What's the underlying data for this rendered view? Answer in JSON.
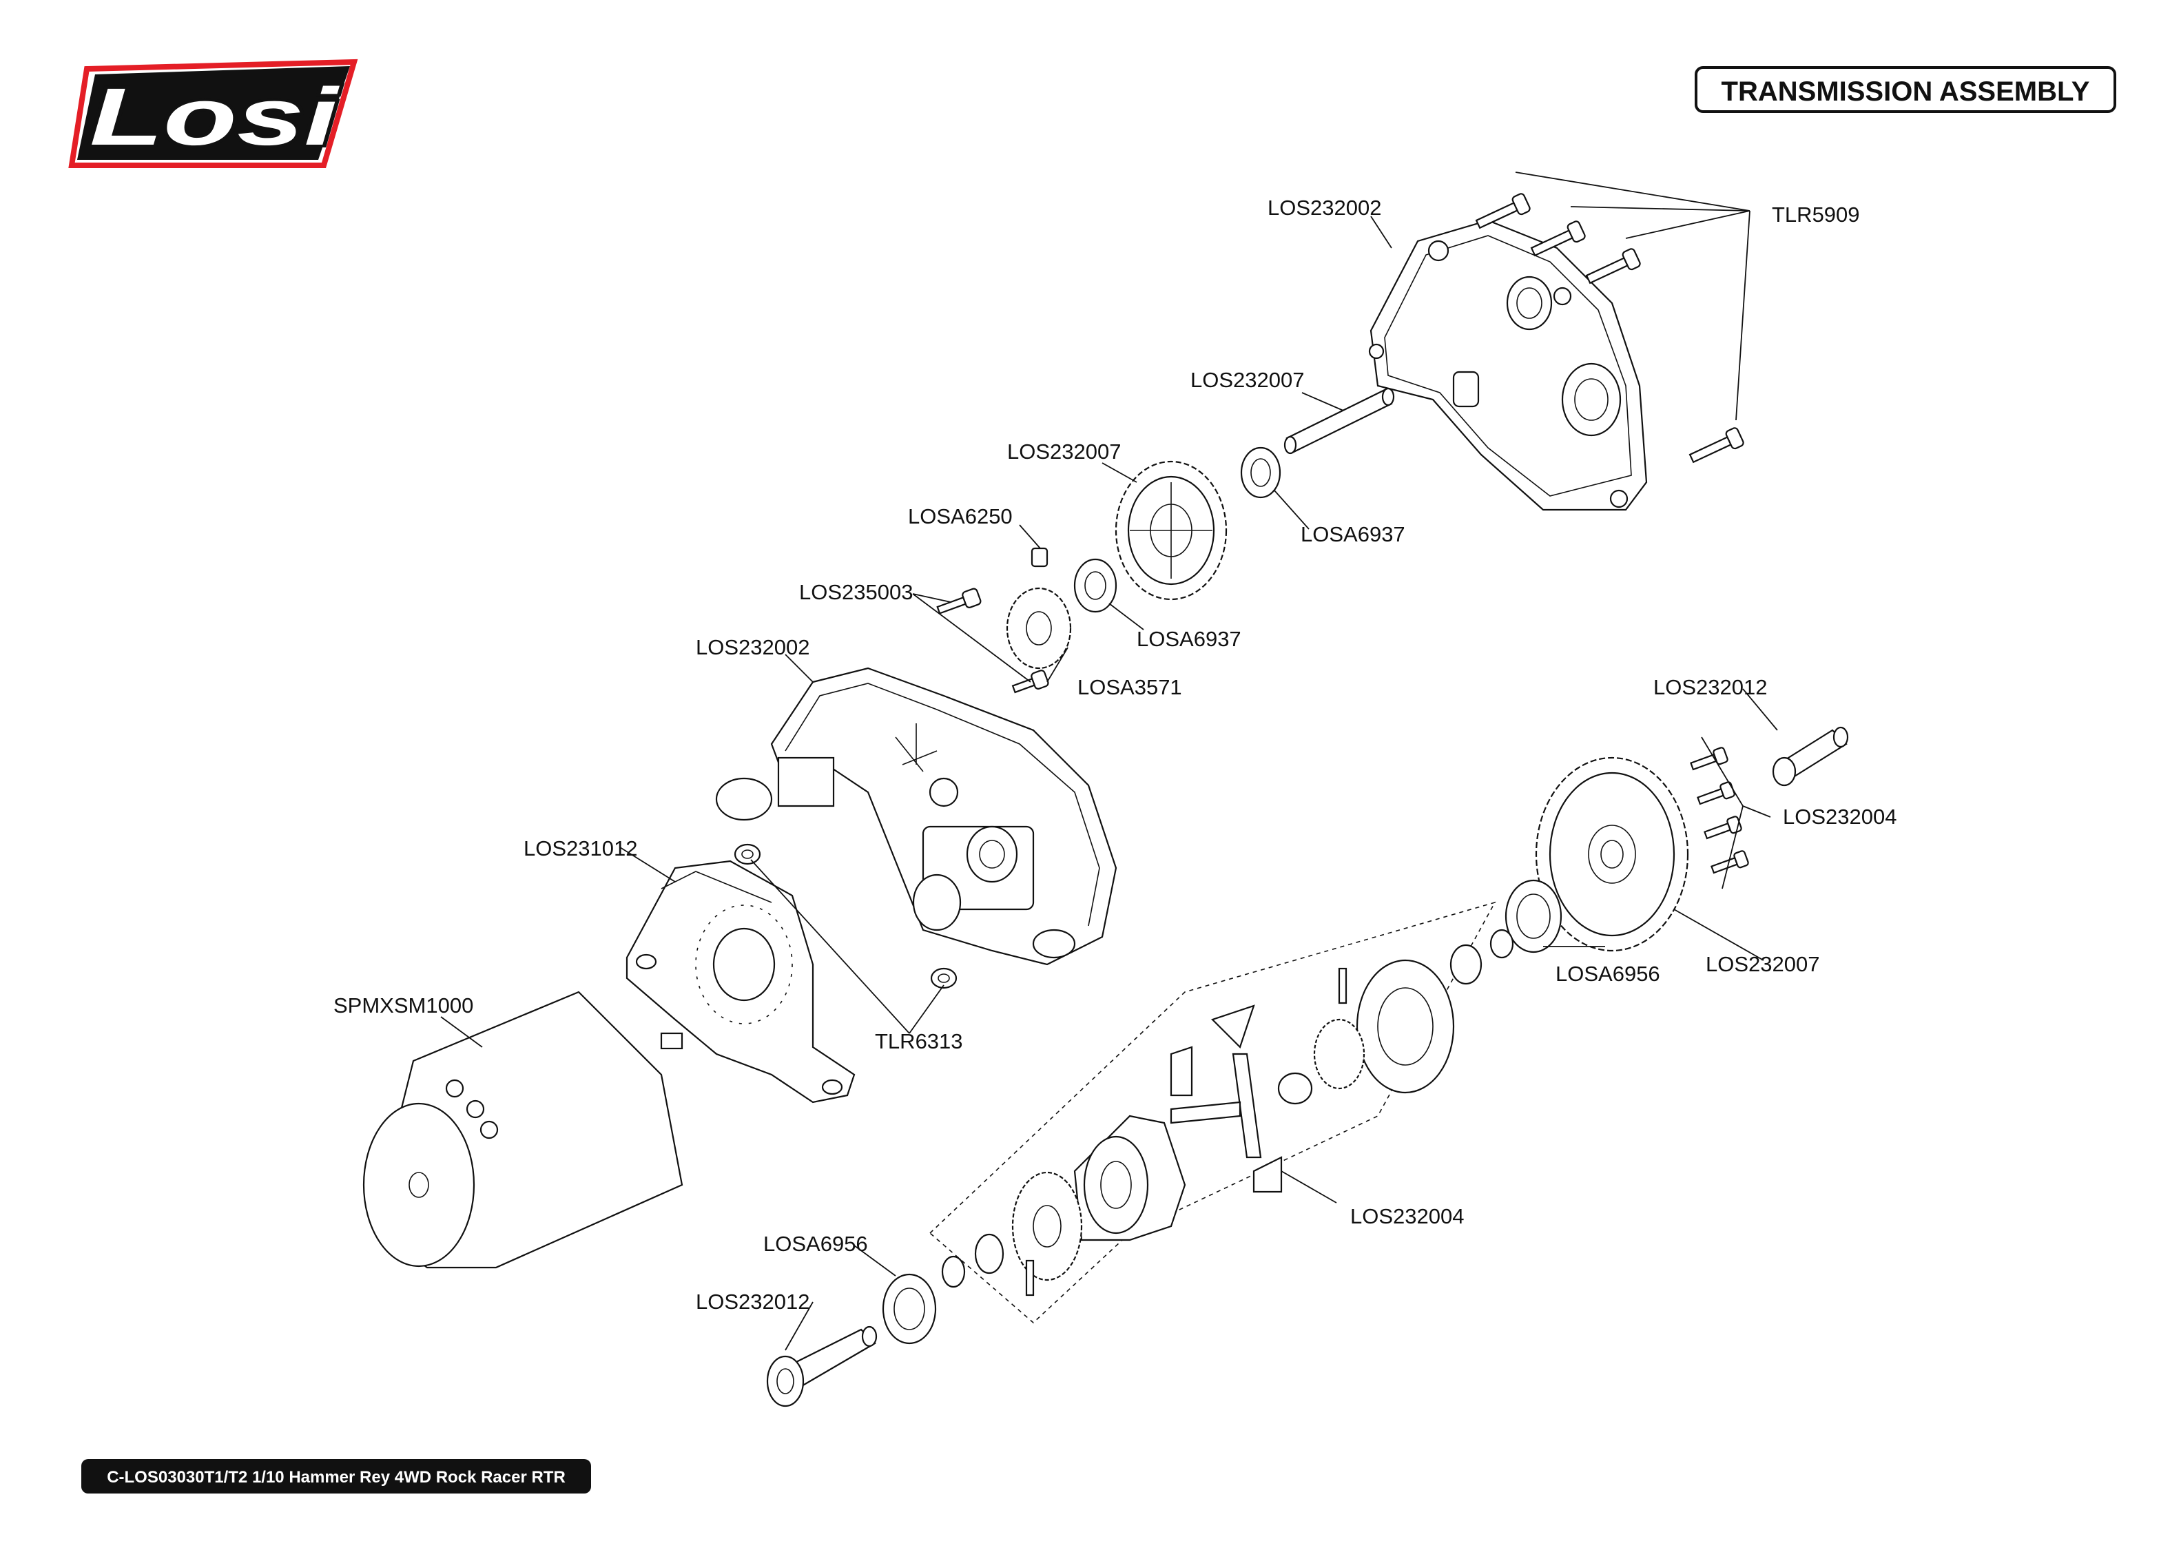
{
  "brand": {
    "logo_text": "Losi",
    "accent_color": "#e41e26"
  },
  "header": {
    "title": "TRANSMISSION ASSEMBLY"
  },
  "footer": {
    "text": "C-LOS03030T1/T2 1/10 Hammer Rey 4WD Rock Racer RTR"
  },
  "callouts": {
    "tlr5909": "TLR5909",
    "los232002_top": "LOS232002",
    "los232007_shaft": "LOS232007",
    "los232007_gear": "LOS232007",
    "losa6937_a": "LOSA6937",
    "losa6250": "LOSA6250",
    "los235003": "LOS235003",
    "losa6937_b": "LOSA6937",
    "losa3571": "LOSA3571",
    "los232002_mid": "LOS232002",
    "los231012": "LOS231012",
    "tlr6313": "TLR6313",
    "spmxsm1000": "SPMXSM1000",
    "los232012_top": "LOS232012",
    "los232004_screws": "LOS232004",
    "losa6956_right": "LOSA6956",
    "los232007_spur": "LOS232007",
    "los232004_diff": "LOS232004",
    "losa6956_left": "LOSA6956",
    "los232012_bottom": "LOS232012"
  }
}
